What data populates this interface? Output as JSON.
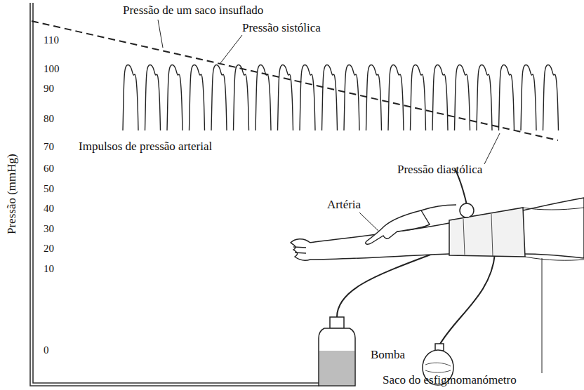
{
  "diagram": {
    "labels": [
      "Pressão de um saco insuflado",
      "Pressão sistólica",
      "Impulsos de pressão arterial",
      "Pressão diastólica",
      "Pressão (mmHg)",
      "Artéria",
      "Bomba",
      "Saco do esfigmomanómetro",
      "110",
      "100",
      "90",
      "80",
      "70",
      "60",
      "50",
      "40",
      "30",
      "20",
      "10",
      "0"
    ]
  }
}
